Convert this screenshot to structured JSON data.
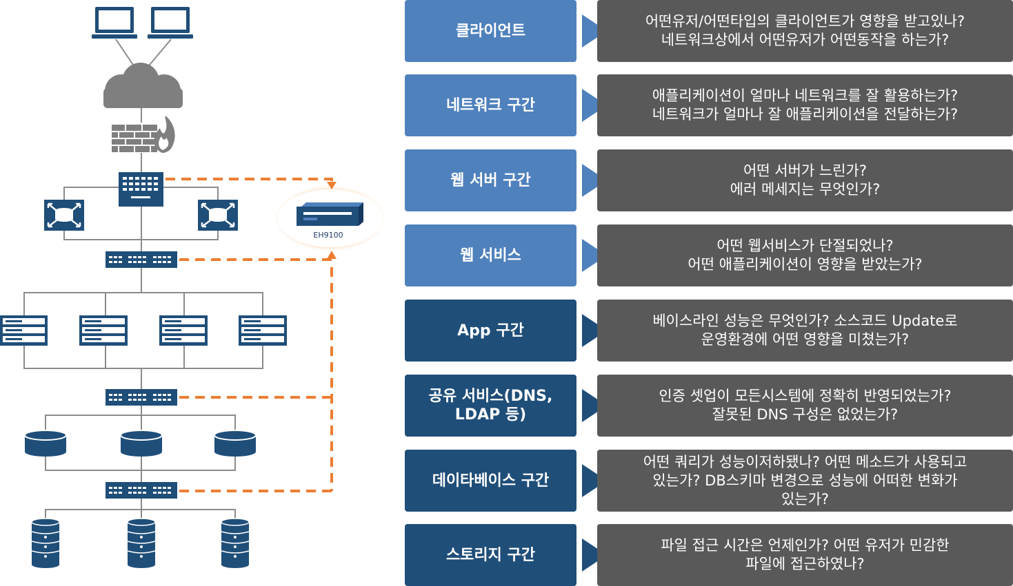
{
  "device": {
    "label": "EH9100"
  },
  "rows": [
    {
      "label": "클라이언트",
      "question": "어떤유저/어떤타입의 클라이언트가 영향을 받고있나?\n네트워크상에서 어떤유저가 어떤동작을 하는가?",
      "shade": "light"
    },
    {
      "label": "네트워크 구간",
      "question": "애플리케이션이 얼마나 네트워크를 잘 활용하는가?\n네트워크가 얼마나 잘 애플리케이션을 전달하는가?",
      "shade": "light"
    },
    {
      "label": "웹 서버 구간",
      "question": "어떤 서버가 느린가?\n에러 메세지는 무엇인가?",
      "shade": "light"
    },
    {
      "label": "웹 서비스",
      "question": "어떤 웹서비스가 단절되었나?\n어떤 애플리케이션이 영향을 받았는가?",
      "shade": "light"
    },
    {
      "label": "App  구간",
      "question": "베이스라인 성능은 무엇인가? 소스코드 Update로\n운영환경에 어떤 영향을 미쳤는가?",
      "shade": "dark"
    },
    {
      "label": "공유 서비스(DNS,\nLDAP 등)",
      "question": "인증 셋업이 모든시스템에 정확히 반영되었는가?\n잘못된 DNS 구성은 없었는가?",
      "shade": "dark"
    },
    {
      "label": "데이타베이스 구간",
      "question": "어떤 쿼리가 성능이저하됐나? 어떤 메소드가 사용되고\n있는가? DB스키마 변경으로 성능에 어떠한 변화가\n있는가?",
      "shade": "dark"
    },
    {
      "label": "스토리지 구간",
      "question": "파일 접근 시간은 언제인가? 어떤 유저가 민감한\n파일에 접근하였나?",
      "shade": "dark"
    }
  ],
  "colors": {
    "light": "#4f81bd",
    "dark": "#1f4e79",
    "question_bg": "#595959",
    "orange": "#ed7d31",
    "device_blue": "#1f4e79"
  }
}
